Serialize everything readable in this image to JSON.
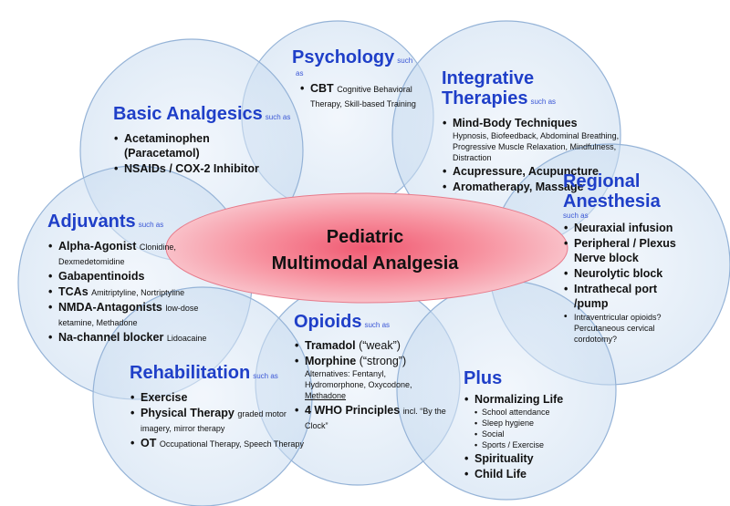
{
  "center": {
    "line1": "Pediatric",
    "line2": "Multimodal Analgesia"
  },
  "such_as": "such as",
  "groups": {
    "psychology": {
      "title": "Psychology",
      "such_as_tail": "such",
      "such_as_wrap": "as",
      "items": [
        {
          "label": "CBT",
          "detail": "Cognitive Behavioral Therapy, Skill-based Training"
        }
      ]
    },
    "basic": {
      "title": "Basic Analgesics",
      "items": [
        {
          "label": "Acetaminophen (Paracetamol)"
        },
        {
          "label": "NSAIDs / COX-2 Inhibitor"
        }
      ]
    },
    "integrative": {
      "title_line1": "Integrative",
      "title_line2": "Therapies",
      "items": [
        {
          "label": "Mind-Body Techniques",
          "detail": "Hypnosis, Biofeedback, Abdominal Breathing, Progressive Muscle Relaxation, Mindfulness, Distraction"
        },
        {
          "label": "Acupressure, Acupuncture"
        },
        {
          "label": "Aromatherapy, Massage"
        }
      ]
    },
    "regional": {
      "title_line1": "Regional",
      "title_line2": "Anesthesia",
      "items": [
        {
          "label": "Neuraxial infusion"
        },
        {
          "label": "Peripheral / Plexus Nerve block"
        },
        {
          "label": "Neurolytic block"
        },
        {
          "label": "Intrathecal port /pump"
        }
      ],
      "note": "Intraventricular opioids? Percutaneous cervical cordotomy?"
    },
    "adjuvants": {
      "title": "Adjuvants",
      "items": [
        {
          "label": "Alpha-Agonist",
          "detail": "Clonidine, Dexmedetomidine"
        },
        {
          "label": "Gabapentinoids"
        },
        {
          "label": "TCAs",
          "detail": "Amitriptyline, Nortriptyline"
        },
        {
          "label": "NMDA-Antagonists",
          "detail": "low-dose ketamine, Methadone"
        },
        {
          "label": "Na-channel blocker",
          "detail": "Lidoacaine"
        }
      ]
    },
    "opioids": {
      "title": "Opioids",
      "items": [
        {
          "label": "Tramadol",
          "qualifier": "(“weak”)"
        },
        {
          "label": "Morphine",
          "qualifier": "(“strong”)",
          "detail": "Alternatives: Fentanyl, Hydromorphone, Oxycodone,",
          "detail_underlined": "Methadone"
        },
        {
          "label": "4 WHO Principles",
          "detail": "incl. “By the Clock”"
        }
      ]
    },
    "rehabilitation": {
      "title": "Rehabilitation",
      "items": [
        {
          "label": "Exercise"
        },
        {
          "label": "Physical Therapy",
          "detail": "graded motor imagery, mirror therapy"
        },
        {
          "label": "OT",
          "detail": "Occupational Therapy, Speech Therapy"
        }
      ]
    },
    "plus": {
      "title": "Plus",
      "items": [
        {
          "label": "Normalizing Life",
          "sub": [
            "School attendance",
            "Sleep hygiene",
            "Social",
            "Sports / Exercise"
          ]
        },
        {
          "label": "Spirituality"
        },
        {
          "label": "Child Life"
        }
      ]
    }
  },
  "colors": {
    "circle_fill": "#dde9f6",
    "circle_stroke": "#95b3d7",
    "center_fill": "#f28a98",
    "title": "#1f3fc8",
    "text": "#111111"
  }
}
